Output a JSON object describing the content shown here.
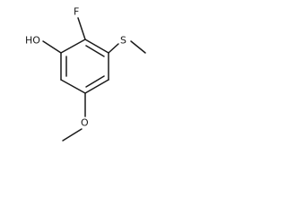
{
  "molecule": {
    "labels": {
      "fluorine": "F",
      "hydroxyl": "HO",
      "sulfur": "S",
      "oxygen_methoxy": "O"
    }
  }
}
